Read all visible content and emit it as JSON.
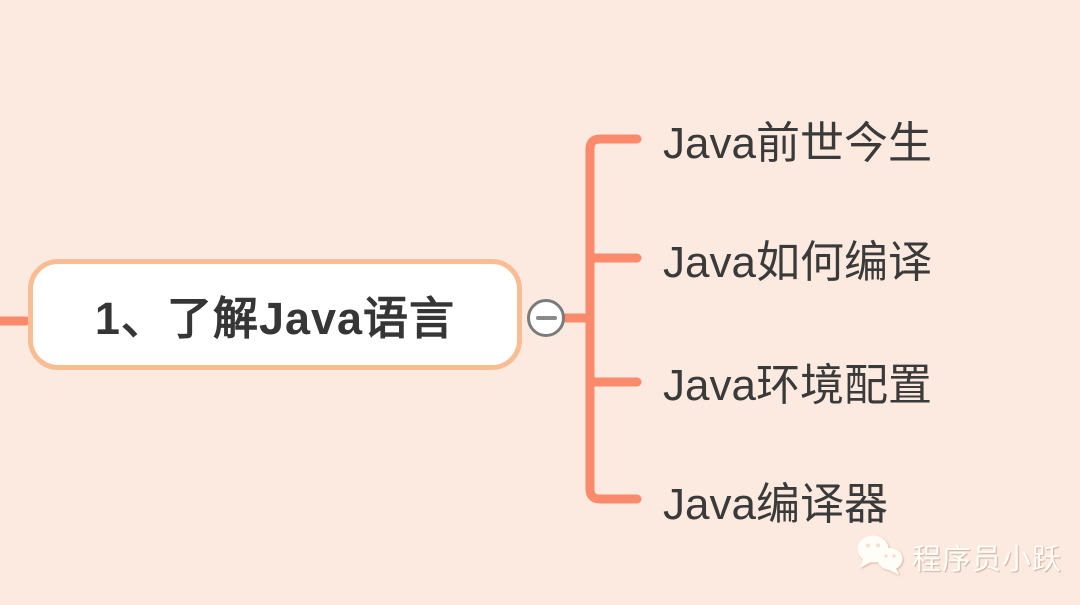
{
  "canvas": {
    "background": "#FCEAE0"
  },
  "main_node": {
    "label": "1、了解Java语言",
    "fill": "#FFFFFF",
    "border_color": "#F8BD93",
    "text_color": "#363636"
  },
  "collapse_button": {
    "symbol": "minus",
    "border_color": "#7B7B7B"
  },
  "connectors": {
    "color": "#F98B6C"
  },
  "branches": [
    {
      "label": "Java前世今生"
    },
    {
      "label": "Java如何编译"
    },
    {
      "label": "Java环境配置"
    },
    {
      "label": "Java编译器"
    }
  ],
  "watermark": {
    "icon": "wechat-icon",
    "label": "程序员小跃",
    "color": "#FFFDF8"
  }
}
